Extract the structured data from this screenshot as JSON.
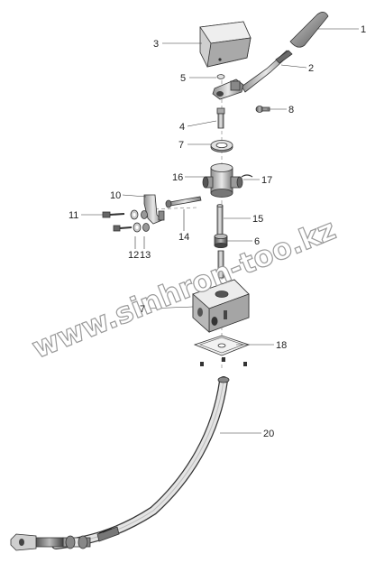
{
  "diagram": {
    "watermark": "www.sinhron-too.kz",
    "callouts": [
      {
        "id": "1",
        "label": "1"
      },
      {
        "id": "2",
        "label": "2"
      },
      {
        "id": "3",
        "label": "3"
      },
      {
        "id": "4",
        "label": "4"
      },
      {
        "id": "5",
        "label": "5"
      },
      {
        "id": "6",
        "label": "6"
      },
      {
        "id": "7a",
        "label": "7"
      },
      {
        "id": "7b",
        "label": "7"
      },
      {
        "id": "8",
        "label": "8"
      },
      {
        "id": "10",
        "label": "10"
      },
      {
        "id": "11",
        "label": "11"
      },
      {
        "id": "12",
        "label": "12"
      },
      {
        "id": "13",
        "label": "13"
      },
      {
        "id": "14",
        "label": "14"
      },
      {
        "id": "15",
        "label": "15"
      },
      {
        "id": "16",
        "label": "16"
      },
      {
        "id": "17",
        "label": "17"
      },
      {
        "id": "18",
        "label": "18"
      },
      {
        "id": "20",
        "label": "20"
      }
    ]
  }
}
